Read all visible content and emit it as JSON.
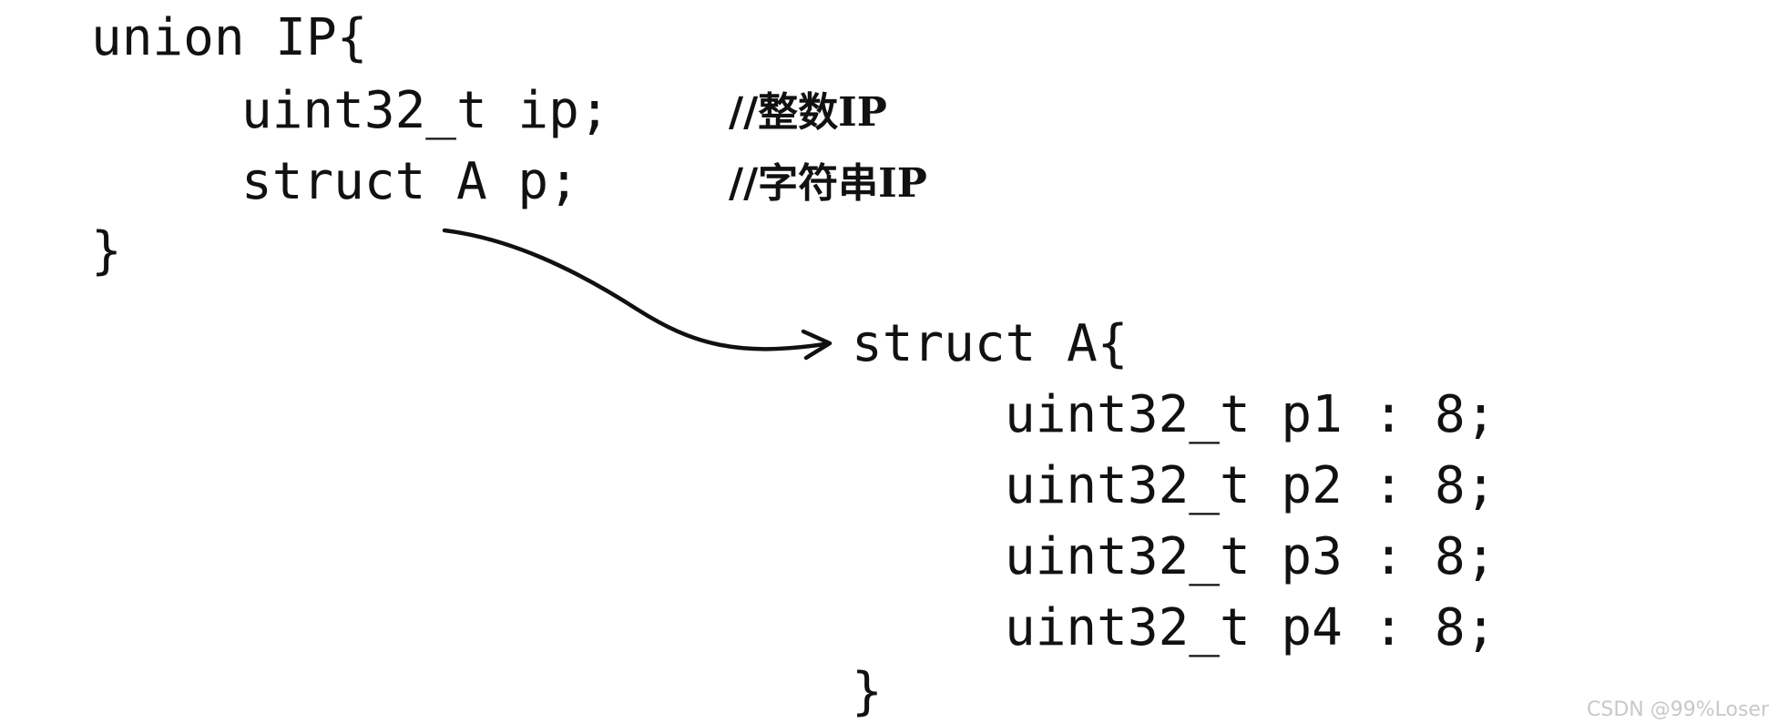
{
  "union_block": {
    "header": "union IP{",
    "field_ip": "uint32_t ip;",
    "comment_ip": "//整数IP",
    "field_p": "struct A p;",
    "comment_p": "//字符串IP",
    "close": "}"
  },
  "struct_block": {
    "header": "struct A{",
    "fields": [
      "uint32_t p1 : 8;",
      "uint32_t p2 : 8;",
      "uint32_t p3 : 8;",
      "uint32_t p4 : 8;"
    ],
    "close": "}"
  },
  "watermark": "CSDN @99%Loser"
}
